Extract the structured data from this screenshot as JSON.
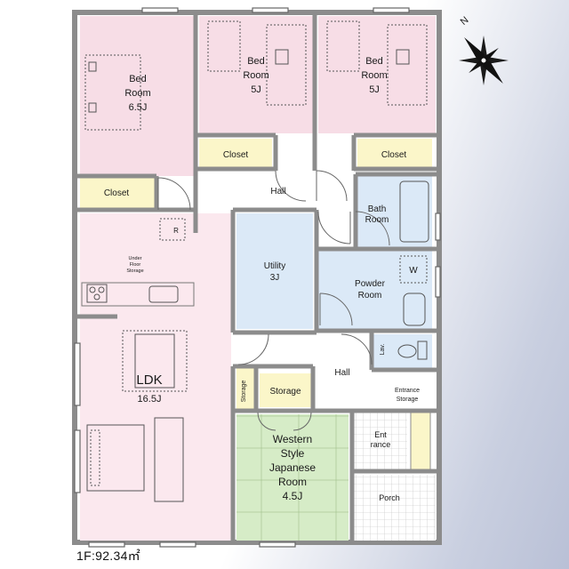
{
  "floor_label": "1F:92.34㎡",
  "compass": {
    "label": "N"
  },
  "rooms": {
    "bed1": {
      "line1": "Bed",
      "line2": "Room",
      "line3": "6.5J"
    },
    "bed2": {
      "line1": "Bed",
      "line2": "Room",
      "line3": "5J"
    },
    "bed3": {
      "line1": "Bed",
      "line2": "Room",
      "line3": "5J"
    },
    "closet1": "Closet",
    "closet2": "Closet",
    "closet3": "Closet",
    "hall_top": "Hall",
    "hall_bottom": "Hall",
    "bath": {
      "line1": "Bath",
      "line2": "Room"
    },
    "utility": {
      "line1": "Utility",
      "line2": "3J"
    },
    "powder": {
      "line1": "Powder",
      "line2": "Room"
    },
    "washer": "W",
    "lav": "Lav.",
    "ldk": {
      "line1": "LDK",
      "line2": "16.5J"
    },
    "refrigerator": "R",
    "under_floor": {
      "line1": "Under",
      "line2": "Floor",
      "line3": "Storage"
    },
    "storage_vertical": "Storage",
    "storage": "Storage",
    "entrance_storage": {
      "line1": "Entrance",
      "line2": "Storage"
    },
    "entrance": {
      "line1": "Ent",
      "line2": "rance"
    },
    "porch": "Porch",
    "japanese": {
      "line1": "Western",
      "line2": "Style",
      "line3": "Japanese",
      "line4": "Room",
      "line5": "4.5J"
    }
  },
  "colors": {
    "bedroom": "#f7dde6",
    "ldk": "#fbe8ee",
    "closet": "#fbf6c9",
    "wet": "#dbe9f7",
    "tatami": "#d6ecc7",
    "hall": "#ffffff",
    "wall": "#8c8c8c"
  }
}
